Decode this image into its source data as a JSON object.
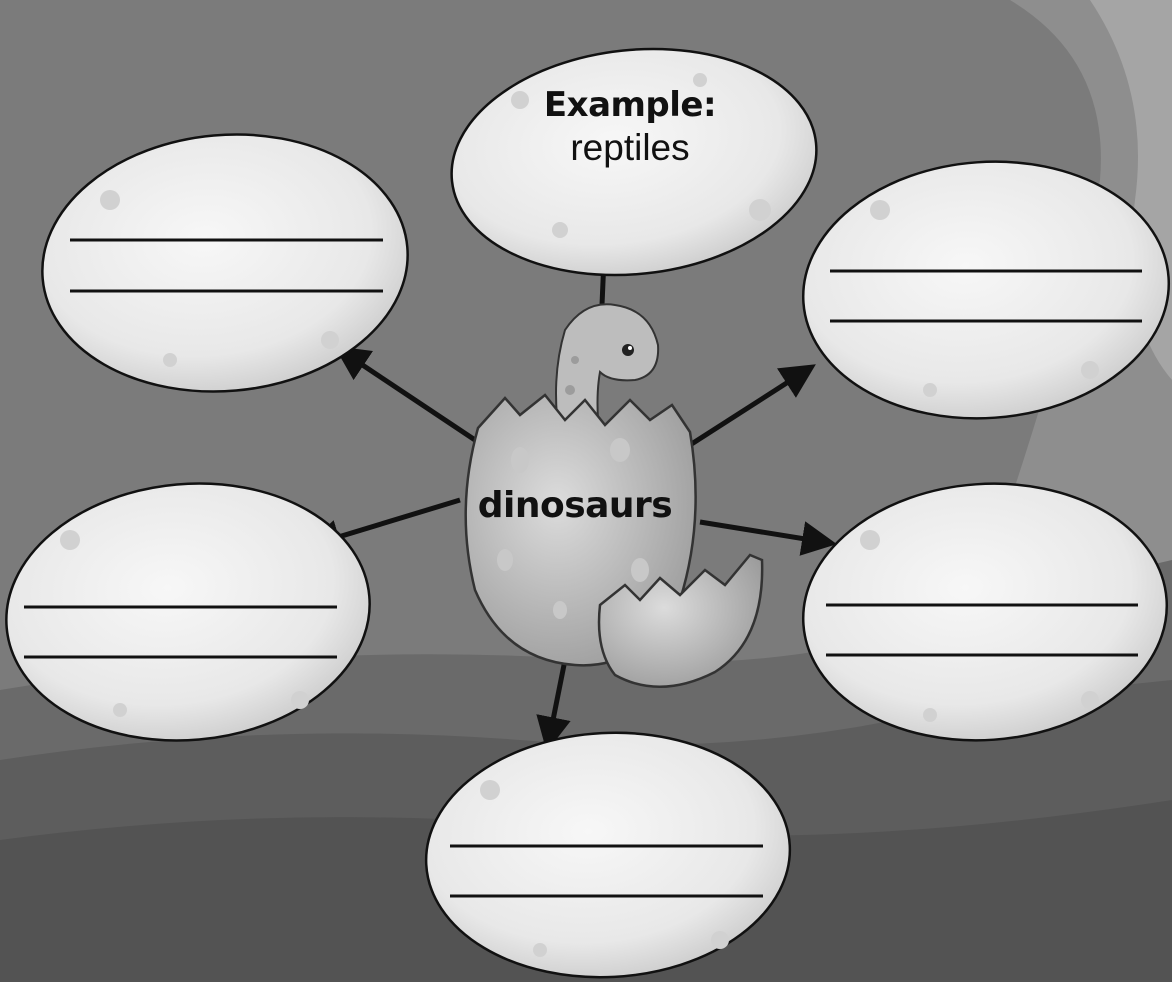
{
  "diagram": {
    "center": {
      "label": "dinosaurs"
    },
    "example": {
      "title": "Example:",
      "value": "reptiles"
    },
    "blank_eggs": [
      {
        "position": "upper-left",
        "blank_lines": 2
      },
      {
        "position": "upper-right",
        "blank_lines": 2
      },
      {
        "position": "middle-left",
        "blank_lines": 2
      },
      {
        "position": "middle-right",
        "blank_lines": 2
      },
      {
        "position": "bottom",
        "blank_lines": 2
      }
    ]
  },
  "colors": {
    "background": "#7c7c7c",
    "egg_fill": "#e9e9e9",
    "egg_outline": "#111111",
    "arrow": "#111111"
  }
}
